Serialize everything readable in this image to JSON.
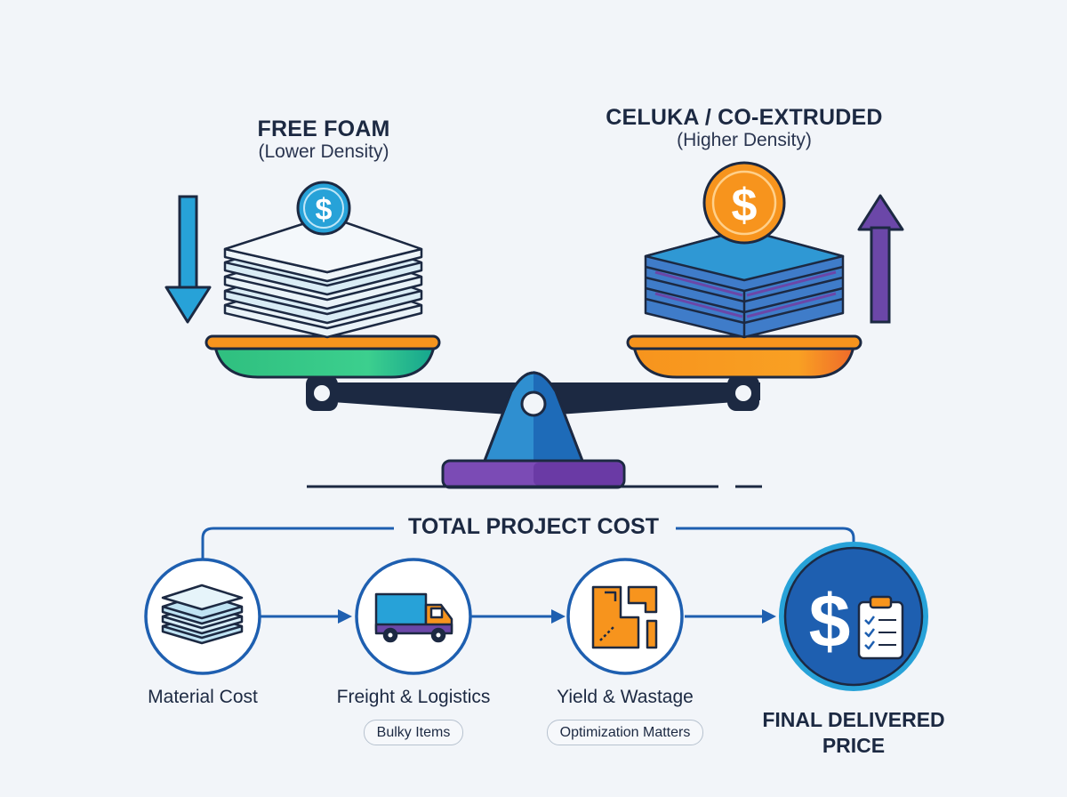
{
  "left_pan": {
    "title": "FREE FOAM",
    "subtitle": "(Lower Density)"
  },
  "right_pan": {
    "title": "CELUKA / CO-EXTRUDED",
    "subtitle": "(Higher Density)"
  },
  "currency_symbol": "$",
  "total_title": "TOTAL PROJECT COST",
  "steps": [
    {
      "label": "Material Cost",
      "icon": "stacked-sheets-icon"
    },
    {
      "label": "Freight & Logistics",
      "icon": "truck-icon",
      "tag": "Bulky Items"
    },
    {
      "label": "Yield & Wastage",
      "icon": "cut-pieces-icon",
      "tag": "Optimization Matters"
    },
    {
      "label_line1": "FINAL DELIVERED",
      "label_line2": "PRICE",
      "icon": "dollar-clipboard-icon"
    }
  ],
  "colors": {
    "teal_blue": "#27a2d8",
    "green_pan": "#3ec98a",
    "orange": "#f7941d",
    "purple": "#6b47a8",
    "navy": "#1c2942",
    "final_circle": "#1e5fb0"
  }
}
